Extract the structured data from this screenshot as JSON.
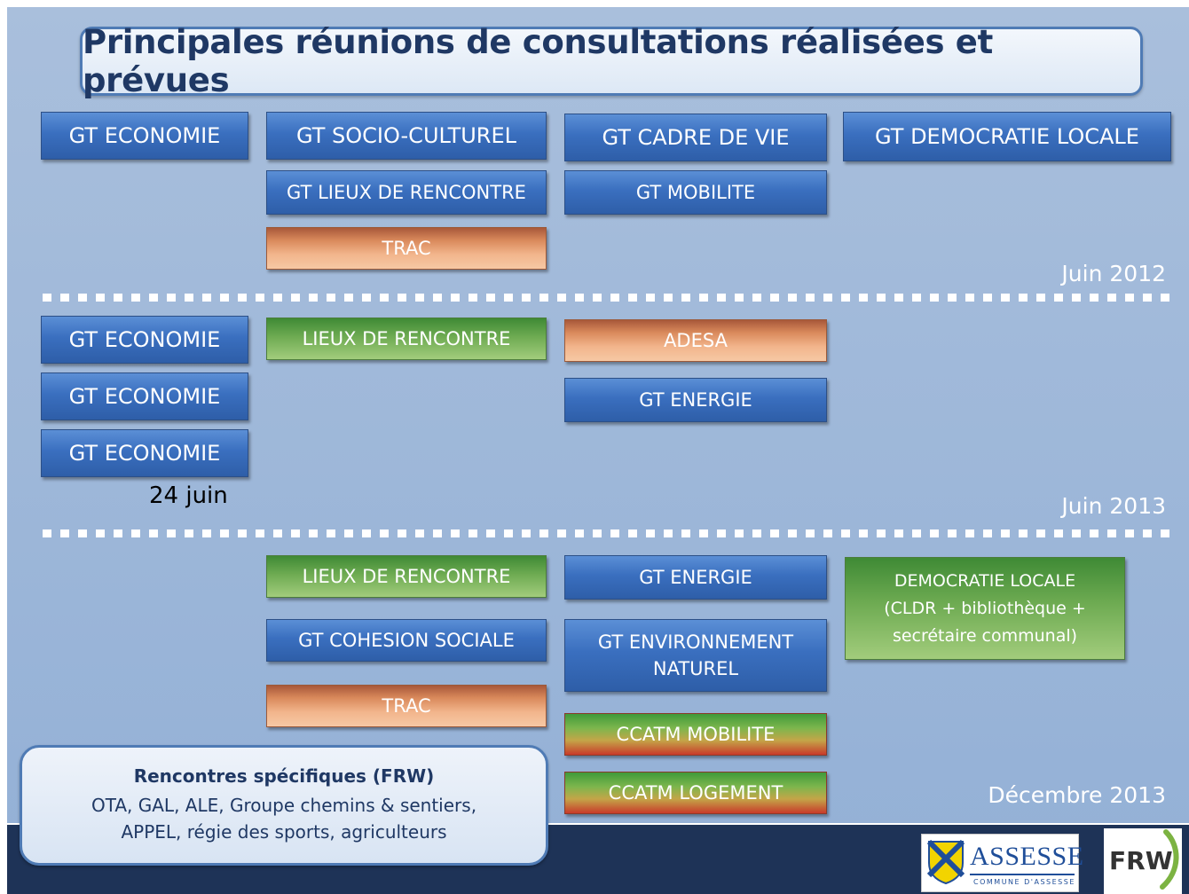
{
  "title": "Principales réunions de consultations réalisées et prévues",
  "section1": {
    "boxes": [
      "GT ECONOMIE",
      "GT SOCIO-CULTUREL",
      "GT CADRE DE VIE",
      "GT DEMOCRATIE LOCALE",
      "GT LIEUX DE RENCONTRE",
      "GT MOBILITE",
      "TRAC"
    ],
    "date": "Juin 2012"
  },
  "section2": {
    "boxes": [
      "GT ECONOMIE",
      "GT ECONOMIE",
      "GT ECONOMIE",
      "LIEUX DE RENCONTRE",
      "ADESA",
      "GT ENERGIE"
    ],
    "note": "24 juin",
    "date": "Juin 2013"
  },
  "section3": {
    "boxes": [
      "LIEUX DE RENCONTRE",
      "GT COHESION SOCIALE",
      "TRAC",
      "GT ENERGIE",
      "GT ENVIRONNEMENT",
      "NATUREL",
      "CCATM MOBILITE",
      "CCATM LOGEMENT",
      "DEMOCRATIE LOCALE",
      "(CLDR + bibliothèque +",
      "secrétaire communal)"
    ],
    "date": "Décembre 2013"
  },
  "frw": {
    "title": "Rencontres spécifiques (FRW)",
    "line1": "OTA, GAL, ALE, Groupe chemins & sentiers,",
    "line2": "APPEL, régie des sports, agriculteurs"
  },
  "logos": {
    "assesse_word": "ASSESSE",
    "assesse_sub": "COMMUNE D'ASSESSE",
    "frw_word": "FRW"
  },
  "colors": {
    "background": "#9ab4d9",
    "blue_box": "#3a6fbf",
    "orange_box": "#e8a077",
    "green_box": "#6eab52",
    "title_text": "#1f3864",
    "footer": "#1e3357"
  }
}
